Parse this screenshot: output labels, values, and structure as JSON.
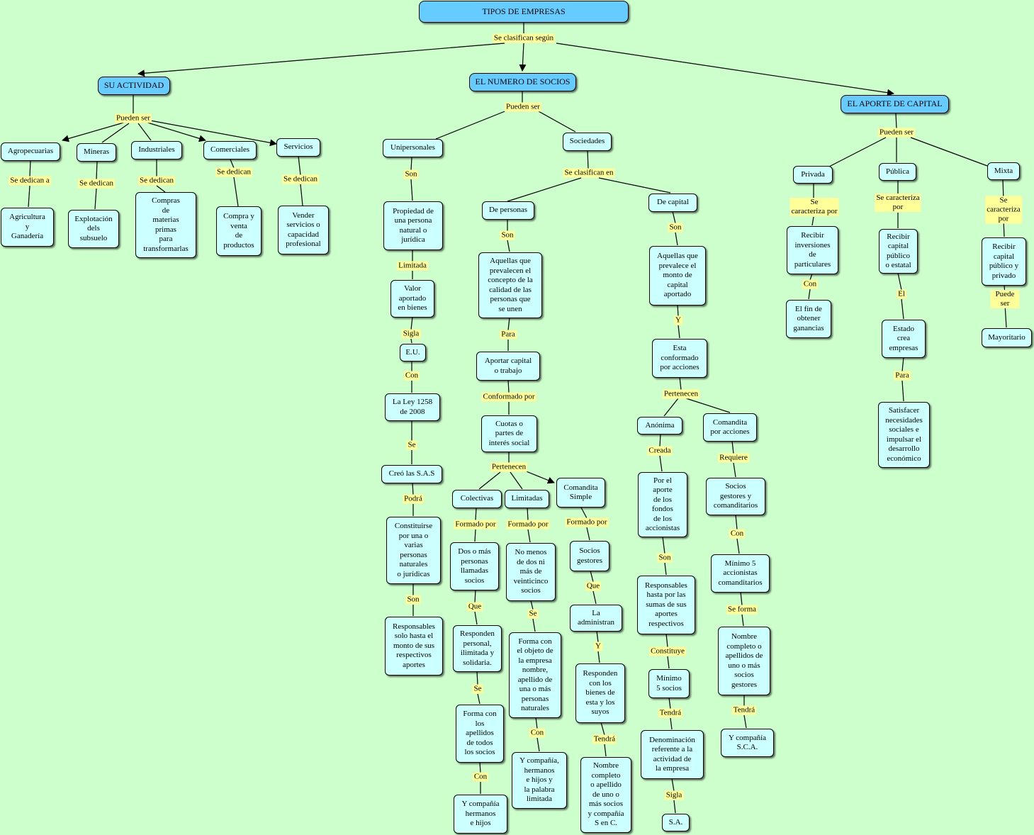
{
  "nodes": {
    "root": "TIPOS DE EMPRESAS",
    "su_actividad": "SU ACTIVIDAD",
    "numero_socios": "EL NUMERO DE SOCIOS",
    "aporte_capital": "EL APORTE DE CAPITAL",
    "agropecuarias": "Agropecuarias",
    "mineras": "Mineras",
    "industriales": "Industriales",
    "comerciales": "Comerciales",
    "servicios": "Servicios",
    "agricultura": "Agricultura\ny\nGanadería",
    "explotacion": "Explotación\ndels\nsubsuelo",
    "compras_materias": "Compras\nde\nmaterias\nprimas\npara\ntransformarlas",
    "compra_venta": "Compra y\nventa\nde\nproductos",
    "vender_servicios": "Vender\nservicios o\ncapacidad\nprofesional",
    "unipersonales": "Unipersonales",
    "sociedades": "Sociedades",
    "propiedad_persona": "Propiedad de\nuna persona\nnatural o\njurídica",
    "valor_aportado": "Valor\naportado\nen bienes",
    "eu": "E.U.",
    "ley_1258": "La Ley 1258\nde 2008",
    "creo_sas": "Creó las S.A.S",
    "constituirse": "Constituirse\npor una o\nvarias\npersonas\nnaturales\no jurídicas",
    "responsables_aportes": "Responsables\nsolo hasta el\nmonto de sus\nrespectivos\naportes",
    "de_personas": "De personas",
    "de_capital": "De capital",
    "aquellas_prevalecen": "Aquellas que\nprevalecen el\nconcepto de la\ncalidad de las\npersonas que\nse unen",
    "aportar_capital": "Aportar capital\no trabajo",
    "cuotas_partes": "Cuotas o\npartes de\ninterés social",
    "colectivas": "Colectivas",
    "limitadas": "Limitadas",
    "comandita_simple": "Comandita\nSimple",
    "dos_mas_personas": "Dos o más\npersonas\nllamadas\nsocios",
    "no_menos_dos": "No menos\nde dos ni\nmás de\nveinticinco\nsocios",
    "socios_gestores_cs": "Socios\ngestores",
    "responden_personal": "Responden\npersonal,\nilimitada y\nsolidaria.",
    "forma_apellidos": "Forma con\nlos\napellidos\nde todos\nlos socios",
    "y_compania_hermanos": "Y compañía\nhermanos\ne hijos",
    "forma_objeto": "Forma con\nel objeto de\nla empresa\nnombre,\napellido de\nuna o más\npersonas\nnaturales",
    "y_compania_limitada": "Y compañía,\nhermanos\ne hijos y\nla palabra\nlimitada",
    "la_administran": "La\nadministran",
    "responden_bienes": "Responden\ncon los\nbienes de\nesta y los\nsuyos",
    "nombre_completo_sc": "Nombre\ncompleto\no apellido\nde uno o\nmás socios\ny compañía\nS en C.",
    "aquellas_prevalece_monto": "Aquellas que\nprevalece el\nmonto de\ncapital\naportado",
    "conformado_acciones": "Esta\nconformado\npor acciones",
    "anonima": "Anónima",
    "comandita_acciones": "Comandita\npor acciones",
    "por_aporte_fondos": "Por el\naporte\nde los\nfondos\nde los\naccionistas",
    "responsables_sumas": "Responsables\nhasta por las\nsumas de sus\naportes\nrespectivos",
    "minimo_5_socios": "Mínimo\n5 socios",
    "denominacion": "Denominación\nreferente a la\nactividad de\nla empresa",
    "sa": "S.A.",
    "socios_gestores_comanditarios": "Socios\ngestores y\ncomanditarios",
    "minimo_5_accionistas": "Mínimo 5\naccionistas\ncomanditarios",
    "nombre_completo_sca": "Nombre\ncompleto o\napellidos de\nuno o más\nsocios\ngestores",
    "y_compania_sca": "Y compañía\nS.C.A.",
    "privada": "Privada",
    "publica": "Pública",
    "mixta": "Mixta",
    "recibir_inversiones": "Recibir\ninversiones\nde\nparticulares",
    "fin_ganancias": "El fin de\nobtener\nganancias",
    "recibir_publico_estatal": "Recibir\ncapital\npúblico\no estatal",
    "estado_crea": "Estado\ncrea\nempresas",
    "satisfacer": "Satisfacer\nnecesidades\nsociales e\nimpulsar el\ndesarrollo\neconómico",
    "recibir_publico_privado": "Recibir\ncapital\npúblico y\nprivado",
    "mayoritario": "Mayoritario"
  },
  "labels": {
    "se_clasifican_segun": "Se clasifican según",
    "pueden_ser_actividad": "Pueden ser",
    "pueden_ser_socios": "Pueden ser",
    "pueden_ser_capital": "Pueden ser",
    "se_dedican_a": "Se dedican a",
    "se_dedican_mineras": "Se dedican",
    "se_dedican_industriales": "Se dedican",
    "se_dedican_comerciales": "Se dedican",
    "se_dedican_servicios": "Se dedican",
    "son_unipersonales": "Son",
    "limitada": "Limitada",
    "sigla_eu": "Sigla",
    "con_ley": "Con",
    "se_creo": "Se",
    "podra": "Podrá",
    "son_constituirse": "Son",
    "se_clasifican_en": "Se clasifican en",
    "son_de_personas": "Son",
    "para_aportar": "Para",
    "conformado_por": "Conformado por",
    "pertenecen_cuotas": "Pertenecen",
    "formado_por_colectivas": "Formado por",
    "formado_por_limitadas": "Formado por",
    "formado_por_comandita": "Formado por",
    "que_colectivas": "Que",
    "se_colectivas": "Se",
    "con_colectivas": "Con",
    "se_limitadas": "Se",
    "con_limitadas": "Con",
    "que_comandita": "Que",
    "y_comandita": "Y",
    "tendra_comandita": "Tendrá",
    "son_de_capital": "Son",
    "y_capital": "Y",
    "pertenecen_acciones": "Pertenecen",
    "creada": "Creada",
    "son_anonima": "Son",
    "constituye": "Constituye",
    "tendra_anonima": "Tendrá",
    "sigla_sa": "Sigla",
    "requiere": "Requiere",
    "con_comandita_acciones": "Con",
    "se_forma": "Se forma",
    "tendra_sca": "Tendrá",
    "se_caracteriza_privada": "Se\ncaracteriza por",
    "con_privada": "Con",
    "se_caracteriza_publica": "Se caracteriza\npor",
    "el_publica": "El",
    "para_publica": "Para",
    "se_caracteriza_mixta": "Se caracteriza\npor",
    "puede_ser_mixta": "Puede ser"
  }
}
